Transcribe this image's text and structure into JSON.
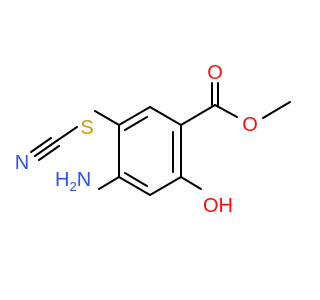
{
  "molecule": {
    "atoms": {
      "oxygen_carbonyl": "O",
      "oxygen_ester": "O",
      "hydroxyl": "OH",
      "amino_main": "H",
      "amino_sub": "2",
      "amino_n": "N",
      "sulfur": "S",
      "nitrile_n": "N"
    },
    "colors": {
      "bond": "#000000",
      "oxygen": "#ff0d0d",
      "nitrogen": "#3050f8",
      "sulfur": "#c8a000"
    }
  }
}
